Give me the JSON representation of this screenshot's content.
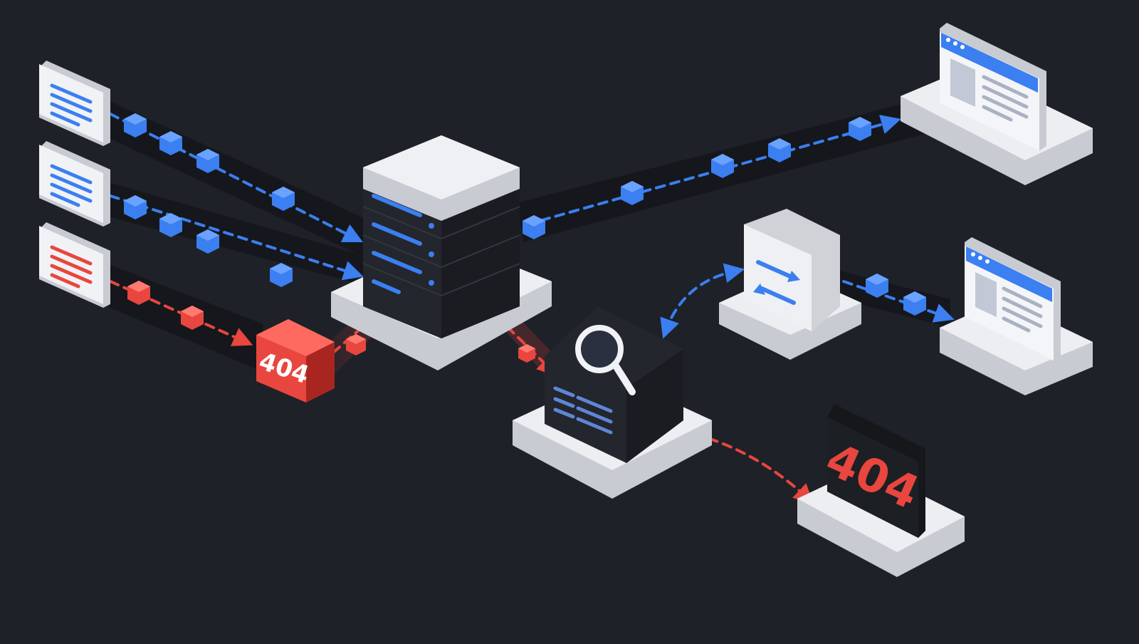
{
  "colors": {
    "background": "#1e2128",
    "flow_ok": "#3b7ff0",
    "flow_error": "#e8463e",
    "panel_light": "#ecedf1",
    "panel_dark": "#2b2e35"
  },
  "labels": {
    "error_chip_text": "404",
    "error_display_text": "404"
  },
  "nodes": {
    "sources": [
      {
        "status": "ok",
        "icon": "document-icon"
      },
      {
        "status": "ok",
        "icon": "document-icon"
      },
      {
        "status": "error",
        "icon": "document-icon"
      }
    ],
    "server": {
      "icon": "server-rack-icon",
      "units": 4
    },
    "router": {
      "icon": "swap-arrows-icon"
    },
    "crawler": {
      "icon": "magnifier-icon"
    },
    "browsers": [
      {
        "icon": "browser-window-icon"
      },
      {
        "icon": "browser-window-icon"
      }
    ],
    "error_display": {
      "icon": "error-404-sign-icon"
    }
  }
}
